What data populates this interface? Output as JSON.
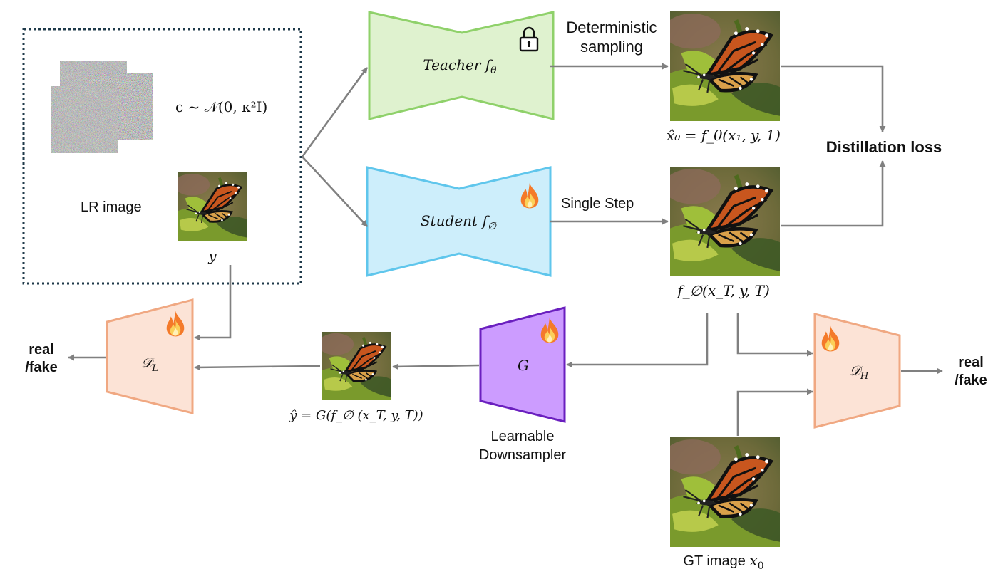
{
  "inputs": {
    "noise_formula": "ϵ ~ 𝒩(0, κ²I)",
    "lr_label": "LR image",
    "y_label": "y"
  },
  "teacher": {
    "name": "Teacher",
    "symbol": "f",
    "subscript": "θ",
    "icon": "lock-icon",
    "arrow_label": "Deterministic sampling",
    "output_label": "x̂₀ = f_θ(x₁, y, 1)"
  },
  "student": {
    "name": "Student",
    "symbol": "f",
    "subscript": "∅",
    "icon": "fire-icon",
    "arrow_label": "Single Step",
    "output_label": "f_∅(x_T, y, T)"
  },
  "loss": {
    "label": "Distillation loss"
  },
  "downsampler": {
    "symbol": "G",
    "label_line1": "Learnable",
    "label_line2": "Downsampler",
    "output_label": "ŷ = G(f_∅ (x_T, y, T))"
  },
  "disc_low": {
    "symbol": "𝒟",
    "subscript": "L",
    "out_line1": "real",
    "out_line2": "/fake"
  },
  "disc_high": {
    "symbol": "𝒟",
    "subscript": "H",
    "out_line1": "real",
    "out_line2": "/fake"
  },
  "gt": {
    "label": "GT image",
    "var": "x",
    "sub": "0"
  },
  "colors": {
    "teacher_fill": "#dff2cf",
    "teacher_stroke": "#8fd16a",
    "student_fill": "#cdeefb",
    "student_stroke": "#5fc6ec",
    "g_fill": "#cc9cff",
    "g_stroke": "#6a1fbf",
    "disc_fill": "#fce3d6",
    "disc_stroke": "#f0a882",
    "arrow": "#808080"
  }
}
